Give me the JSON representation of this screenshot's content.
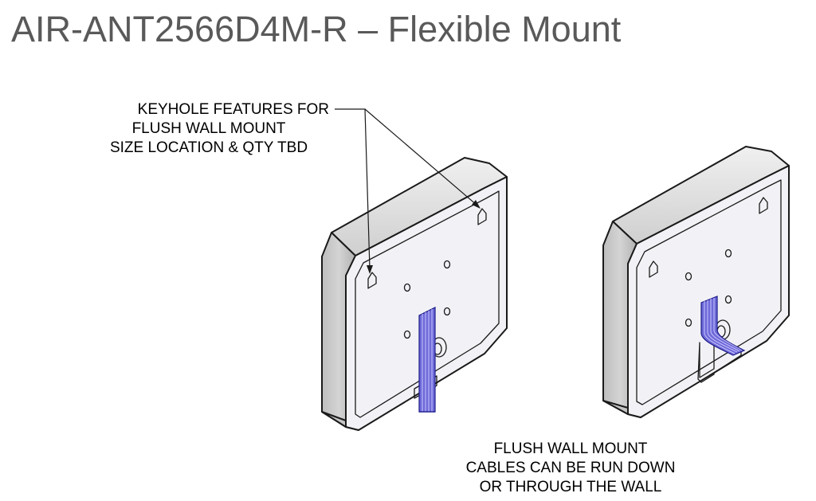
{
  "title": "AIR-ANT2566D4M-R – Flexible Mount",
  "callouts": {
    "keyhole": {
      "lines": [
        "KEYHOLE FEATURES FOR",
        "FLUSH WALL MOUNT",
        "SIZE LOCATION & QTY TBD"
      ]
    },
    "flush": {
      "lines": [
        "FLUSH WALL MOUNT",
        "CABLES CAN BE RUN DOWN",
        "OR THROUGH THE WALL"
      ]
    }
  },
  "colors": {
    "title": "#595959",
    "mount_face": "#e8e8f6",
    "frame_side": "#c9c9c9",
    "frame_light": "#e6e6e6",
    "cable": "#6f6ad8",
    "outline": "#1a1a1a"
  }
}
